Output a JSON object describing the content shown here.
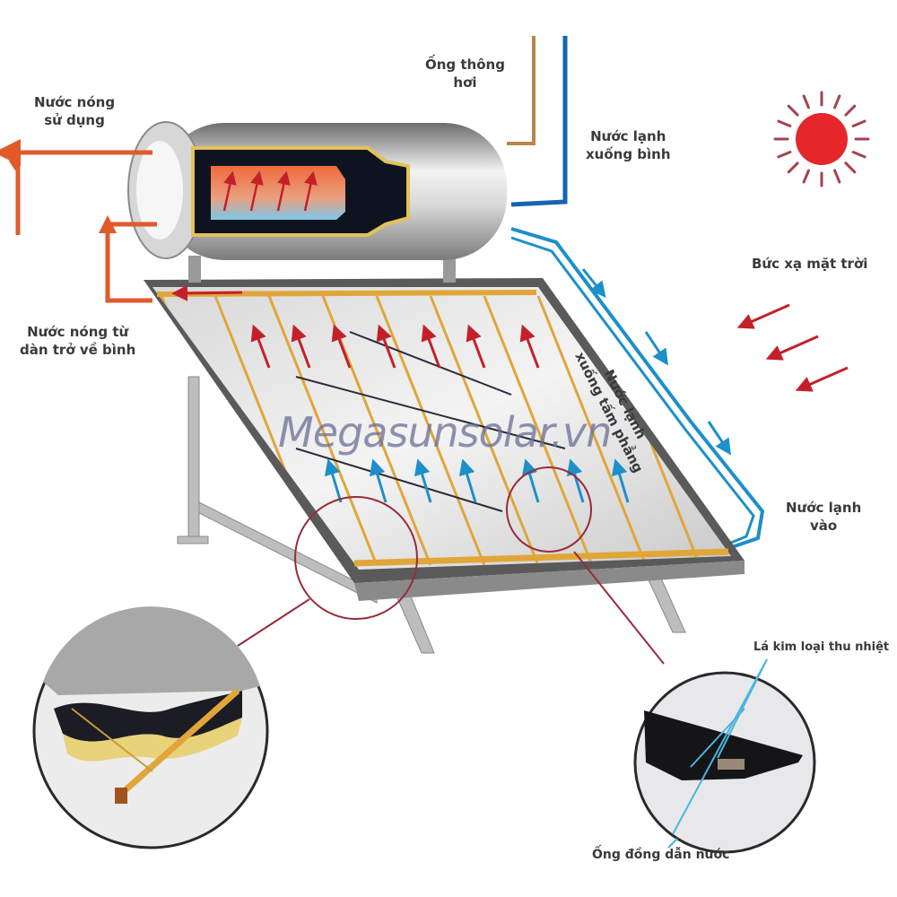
{
  "labels": {
    "hot_water_use": [
      "Nước nóng",
      "sử dụng"
    ],
    "vent_pipe": [
      "Ống thông",
      "hơi"
    ],
    "cold_to_tank": [
      "Nước lạnh",
      "xuống bình"
    ],
    "hot_return": [
      "Nước nóng từ",
      "dàn trở về bình"
    ],
    "solar_radiation": "Bức xạ mặt trời",
    "cold_to_panel": [
      "Nước lạnh",
      "xuống tấm phẳng"
    ],
    "cold_inlet": [
      "Nước lạnh",
      "vào"
    ],
    "absorber_fin": "Lá kim loại thu nhiệt",
    "copper_pipe": "Ống đồng dẫn nước"
  },
  "watermark": "Megasunsolar.vn",
  "colors": {
    "hot": "#e05a2a",
    "cold": "#1d8fc9",
    "cold_dark": "#1565b0",
    "vent": "#b8874a",
    "sun": "#e5262b",
    "copper": "#e0a63a",
    "callout": "#9a2a3a"
  }
}
